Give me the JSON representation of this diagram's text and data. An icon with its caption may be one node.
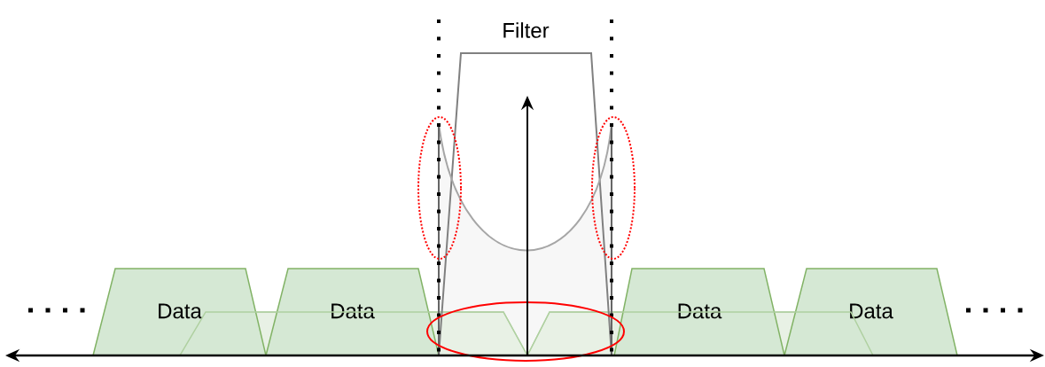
{
  "diagram": {
    "nodes": [
      {
        "text": [
          "Data"
        ]
      },
      {
        "text": [
          "Data"
        ]
      },
      {
        "text": [
          "Data"
        ]
      },
      {
        "text": [
          "Data"
        ]
      }
    ],
    "labels": [
      "Filter"
    ]
  }
}
